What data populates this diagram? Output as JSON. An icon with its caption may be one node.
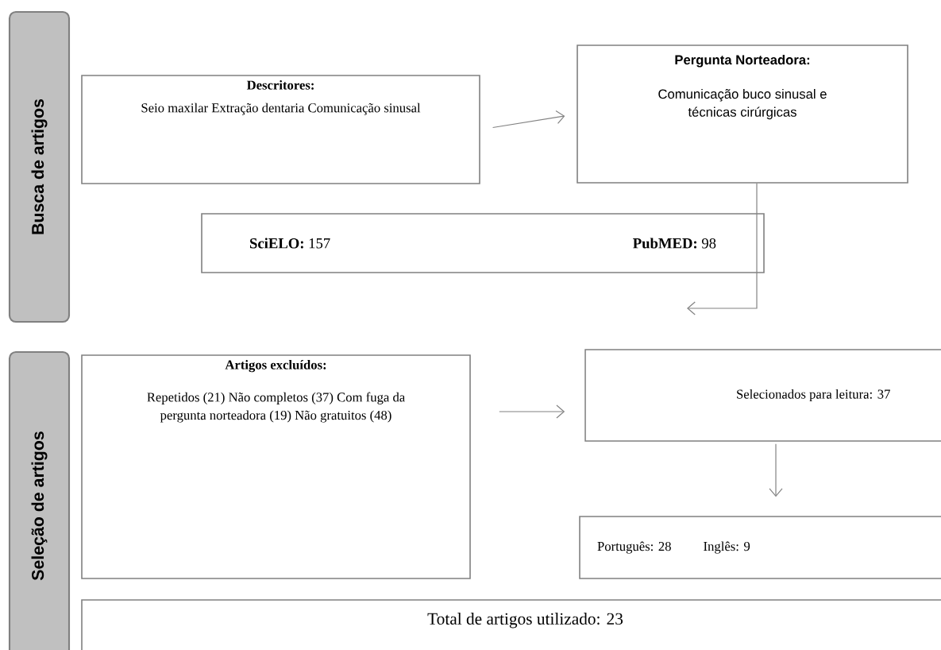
{
  "diagram": {
    "nodes": [
      {
        "text": [
          "Busca de artigos"
        ]
      },
      {
        "text": [
          "Descritores:",
          "Seio maxilar Extração dentaria Comunicação sinusal"
        ]
      },
      {
        "text": [
          "Pergunta Norteadora:",
          "Comunicação buco sinusal e técnicas cirúrgicas"
        ]
      },
      {
        "text": [
          "**SciELO:** 157",
          "**PubMED:** 98"
        ]
      },
      {
        "text": [
          "Seleção de artigos"
        ]
      },
      {
        "text": [
          "Artigos excluídos:",
          "Repetidos (21) Não completos (37) Com fuga da pergunta norteadora (19) Não gratuitos (48)"
        ]
      },
      {
        "text": [
          "Selecionados para leitura: 37"
        ]
      },
      {
        "text": [
          "Português: 28",
          "Inglês: 9"
        ]
      },
      {
        "text": [
          "Total de artigos utilizado: 23"
        ]
      }
    ],
    "edges": [
      {
        "from": 1,
        "to": 2,
        "arrow": "to"
      },
      {
        "from": 2,
        "to": null,
        "arrow": "to"
      },
      {
        "from": 5,
        "to": 6,
        "arrow": "to"
      },
      {
        "from": 6,
        "to": 7,
        "arrow": "to"
      }
    ]
  }
}
